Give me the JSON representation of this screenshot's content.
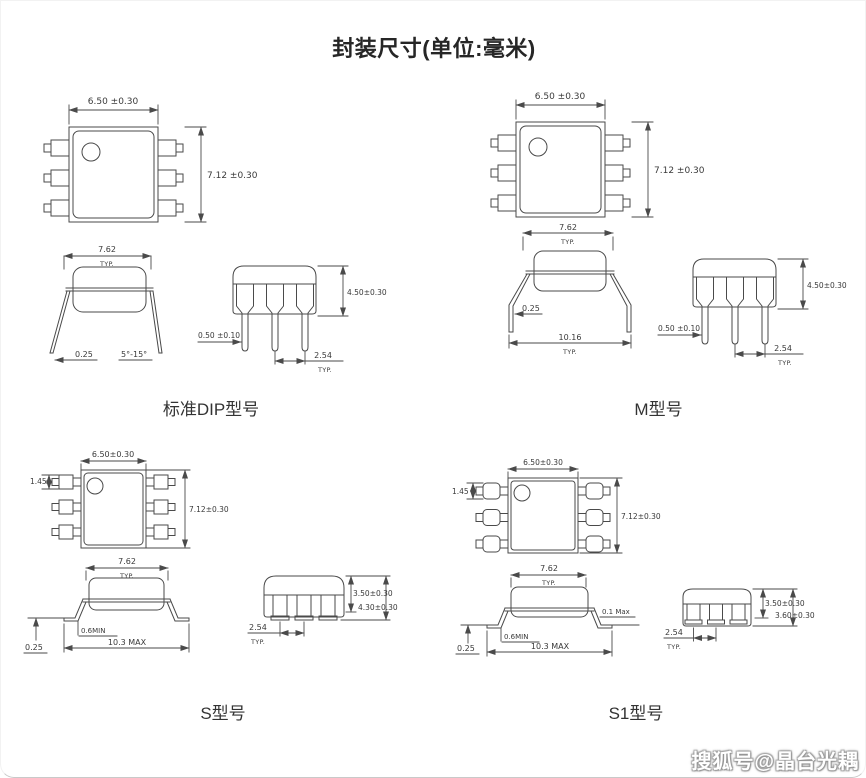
{
  "page": {
    "title": "封装尺寸(单位:毫米)",
    "watermark": "搜狐号@晶台光耦"
  },
  "colors": {
    "line": "#4a4a4a",
    "text": "#3a3a3a"
  },
  "dip": {
    "label": "标准DIP型号",
    "top": {
      "width": "6.50 ±0.30",
      "height": "7.12 ±0.30"
    },
    "side": {
      "lead_span": "7.62",
      "lead_span_note": "TYP.",
      "lead_thickness": "0.25",
      "lead_angle": "5°-15°"
    },
    "front": {
      "height": "4.50±0.30",
      "lead_width": "0.50 ±0.10",
      "pitch": "2.54",
      "pitch_note": "TYP."
    }
  },
  "m": {
    "label": "M型号",
    "top": {
      "width": "6.50 ±0.30",
      "height": "7.12 ±0.30"
    },
    "side": {
      "lead_span": "7.62",
      "lead_span_note": "TYP.",
      "lead_thickness": "0.25",
      "foot_span": "10.16",
      "foot_span_note": "TYP."
    },
    "front": {
      "height": "4.50±0.30",
      "lead_width": "0.50 ±0.10",
      "pitch": "2.54",
      "pitch_note": "TYP."
    }
  },
  "s": {
    "label": "S型号",
    "top": {
      "width": "6.50±0.30",
      "lead_height": "1.45",
      "height": "7.12±0.30"
    },
    "side": {
      "lead_span": "7.62",
      "lead_span_note": "TYP.",
      "lead_thickness": "0.25",
      "foot_length": "0.6MIN",
      "overall_span": "10.3 MAX"
    },
    "front": {
      "body_height": "3.50±0.30",
      "overall_height": "4.30±0.30",
      "pitch": "2.54",
      "pitch_note": "TYP."
    }
  },
  "s1": {
    "label": "S1型号",
    "top": {
      "width": "6.50±0.30",
      "lead_height": "1.45",
      "height": "7.12±0.30"
    },
    "side": {
      "lead_span": "7.62",
      "lead_span_note": "TYP.",
      "lead_thickness": "0.25",
      "foot_length": "0.6MIN",
      "overall_span": "10.3 MAX",
      "coplanarity": "0.1 Max"
    },
    "front": {
      "body_height": "3.50±0.30",
      "overall_height": "3.60±0.30",
      "pitch": "2.54",
      "pitch_note": "TYP."
    }
  }
}
